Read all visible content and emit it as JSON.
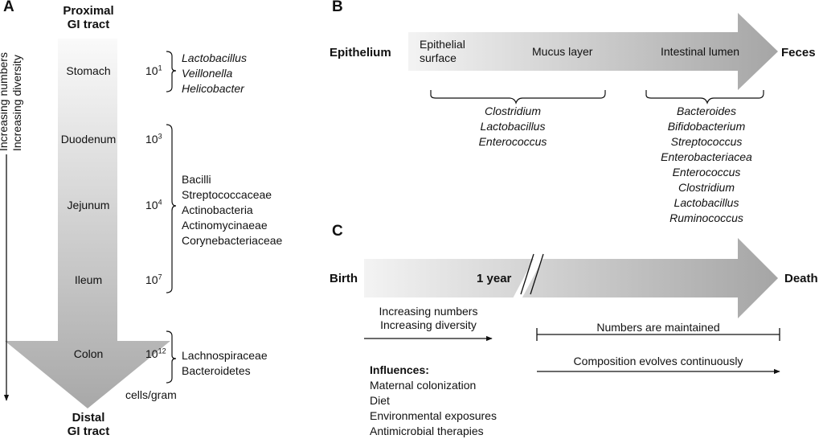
{
  "panel_a": {
    "label": "A",
    "top": [
      "Proximal",
      "GI tract"
    ],
    "bottom": [
      "Distal",
      "GI tract"
    ],
    "side": [
      "Increasing numbers",
      "Increasing diversity"
    ],
    "rows": [
      {
        "organ": "Stomach",
        "base": "10",
        "exp": "1"
      },
      {
        "organ": "Duodenum",
        "base": "10",
        "exp": "3"
      },
      {
        "organ": "Jejunum",
        "base": "10",
        "exp": "4"
      },
      {
        "organ": "Ileum",
        "base": "10",
        "exp": "7"
      },
      {
        "organ": "Colon",
        "base": "10",
        "exp": "12"
      }
    ],
    "units": "cells/gram",
    "stomach_taxa": [
      "Lactobacillus",
      "Veillonella",
      "Helicobacter"
    ],
    "small_intestine_taxa": [
      "Bacilli",
      "Streptococcaceae",
      "Actinobacteria",
      "Actinomycinaeae",
      "Corynebacteriaceae"
    ],
    "colon_taxa": [
      "Lachnospiraceae",
      "Bacteroidetes"
    ]
  },
  "panel_b": {
    "label": "B",
    "left_end": "Epithelium",
    "right_end": "Feces",
    "zone_surface": [
      "Epithelial",
      "surface"
    ],
    "zone_mucus": "Mucus layer",
    "zone_lumen": "Intestinal lumen",
    "mucosal_taxa": [
      "Clostridium",
      "Lactobacillus",
      "Enterococcus"
    ],
    "luminal_taxa": [
      "Bacteroides",
      "Bifidobacterium",
      "Streptococcus",
      "Enterobacteriacea",
      "Enterococcus",
      "Clostridium",
      "Lactobacillus",
      "Ruminococcus"
    ]
  },
  "panel_c": {
    "label": "C",
    "start": "Birth",
    "milestone": "1 year",
    "end": "Death",
    "early_trends": [
      "Increasing numbers",
      "Increasing diversity"
    ],
    "maintained": "Numbers are maintained",
    "evolves": "Composition evolves continuously",
    "influences_title": "Influences:",
    "influences": [
      "Maternal colonization",
      "Diet",
      "Environmental exposures",
      "Antimicrobial therapies"
    ]
  }
}
